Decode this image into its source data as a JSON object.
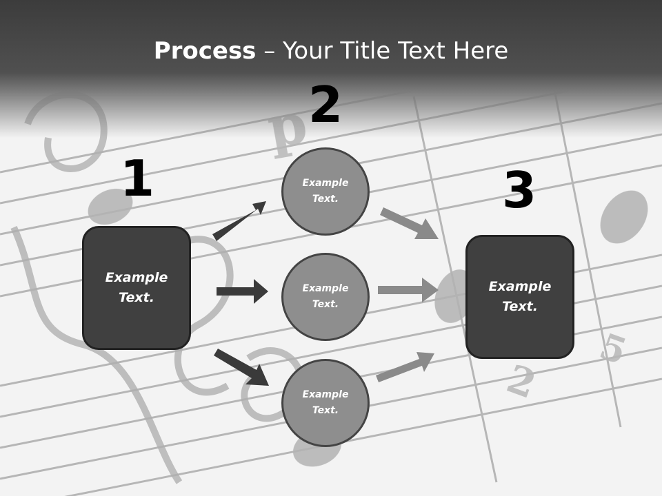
{
  "title": {
    "bold_part": "Process",
    "rest_part": " – Your Title Text Here"
  },
  "steps": {
    "one": {
      "number": "1",
      "text": "Example\nText."
    },
    "two": {
      "number": "2"
    },
    "three": {
      "number": "3",
      "text": "Example\nText."
    }
  },
  "circles": [
    {
      "text": "Example\nText."
    },
    {
      "text": "Example\nText."
    },
    {
      "text": "Example\nText."
    }
  ],
  "colors": {
    "header": "#3c3c3c",
    "dark_box": "#404040",
    "circle_fill": "#8e8e8e",
    "arrow_dark": "#3a3a3a",
    "arrow_light": "#8a8a8a"
  }
}
